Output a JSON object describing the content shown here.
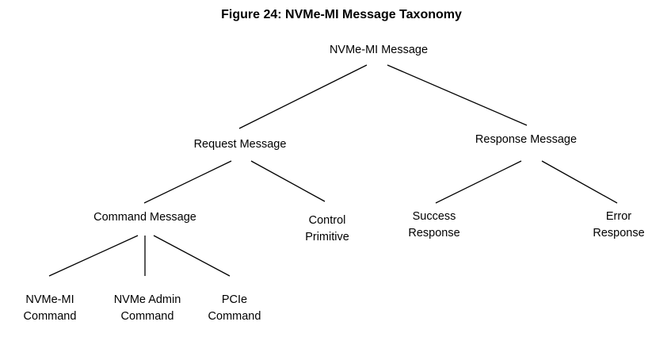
{
  "figure": {
    "title": "Figure 24: NVMe-MI Message Taxonomy"
  },
  "taxonomy": {
    "root": "NVMe-MI Message",
    "request": "Request Message",
    "response": "Response Message",
    "command": "Command Message",
    "control_primitive": [
      "Control",
      "Primitive"
    ],
    "success_response": [
      "Success",
      "Response"
    ],
    "error_response": [
      "Error",
      "Response"
    ],
    "nvme_mi_command": [
      "NVMe-MI",
      "Command"
    ],
    "nvme_admin_command": [
      "NVMe Admin",
      "Command"
    ],
    "pcie_command": [
      "PCIe",
      "Command"
    ]
  }
}
